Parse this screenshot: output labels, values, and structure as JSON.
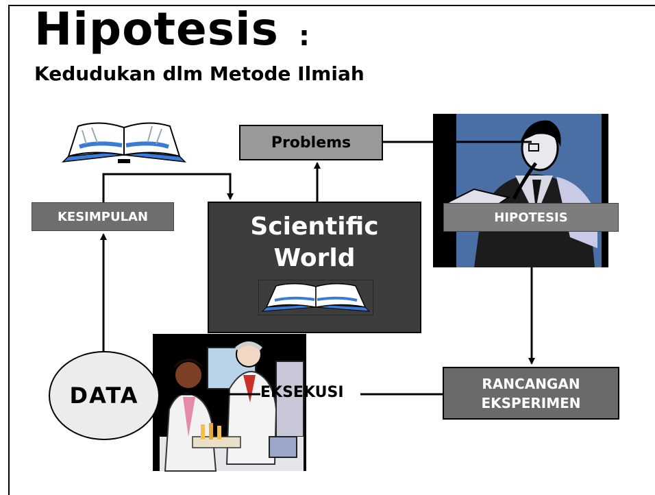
{
  "slide": {
    "title": "Hipotesis",
    "title_colon": ":",
    "subtitle": "Kedudukan dlm Metode Ilmiah"
  },
  "boxes": {
    "problems": "Problems",
    "kesimpulan": "KESIMPULAN",
    "hipotesis": "HIPOTESIS",
    "rancangan_line1": "RANCANGAN",
    "rancangan_line2": "EKSPERIMEN",
    "scientific_line1": "Scientific",
    "scientific_line2": "World",
    "data": "DATA",
    "eksekusi": "EKSEKUSI"
  },
  "icons": [
    "open-book-icon",
    "thinking-man-clipart",
    "scientists-lab-clipart"
  ],
  "colors": {
    "book_blue": "#3a7bd5",
    "thinker_bg": "#4a6fa5",
    "box_dark": "#3d3d3d",
    "box_grey": "#999999"
  }
}
